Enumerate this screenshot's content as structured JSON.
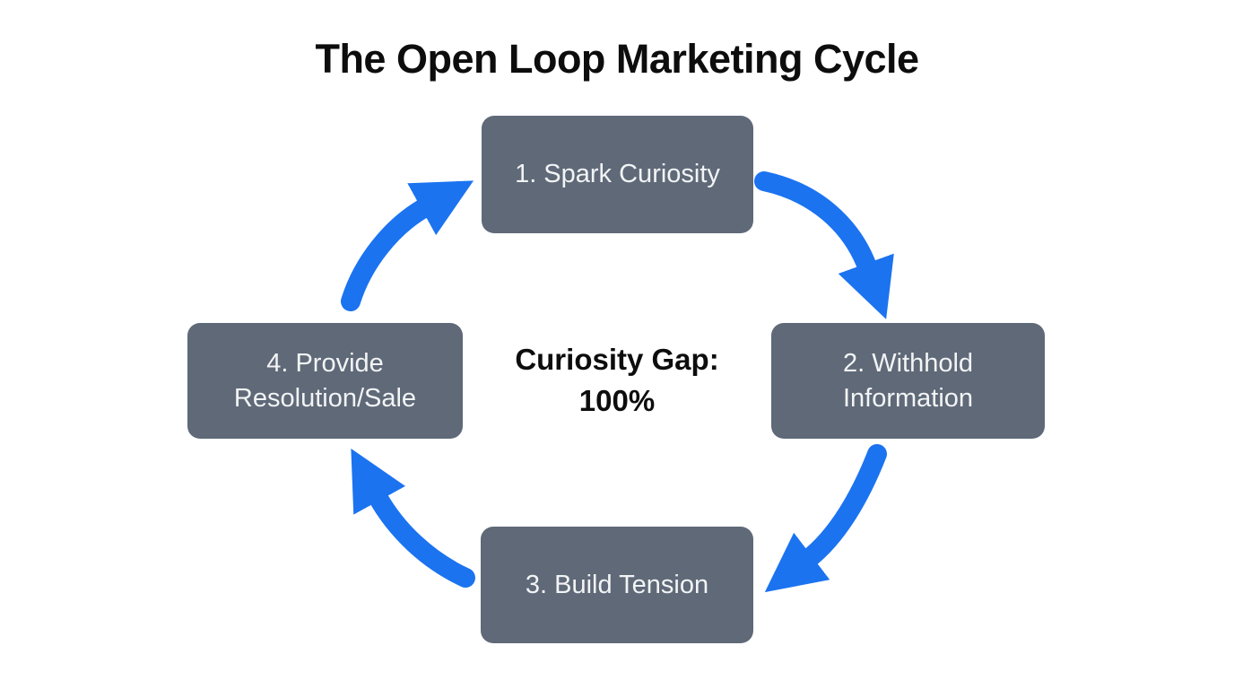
{
  "diagram": {
    "title": "The Open Loop Marketing Cycle",
    "nodes": [
      {
        "label": "1. Spark Curiosity"
      },
      {
        "label": "2. Withhold Information"
      },
      {
        "label": "3. Build Tension"
      },
      {
        "label": "4. Provide Resolution/Sale"
      }
    ],
    "center_label": {
      "line1": "Curiosity Gap:",
      "line2": "100%"
    },
    "colors": {
      "background": "#ffffff",
      "node_fill": "#5f6978",
      "node_text": "#f2f4f5",
      "arrow": "#1b73f0",
      "title_text": "#0d0d0d"
    }
  }
}
